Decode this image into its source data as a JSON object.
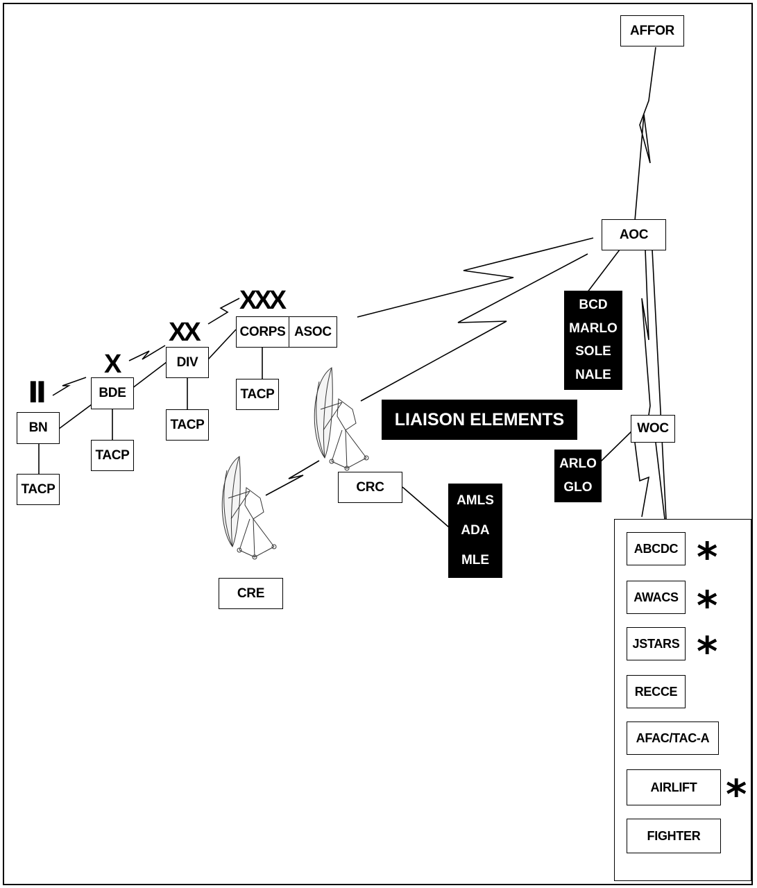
{
  "nodes": {
    "affor": "AFFOR",
    "aoc": "AOC",
    "woc": "WOC",
    "corps": "CORPS",
    "asoc": "ASOC",
    "div": "DIV",
    "bde": "BDE",
    "bn": "BN",
    "tacp_corps": "TACP",
    "tacp_div": "TACP",
    "tacp_bde": "TACP",
    "tacp_bn": "TACP",
    "crc": "CRC",
    "cre": "CRE"
  },
  "echelons": {
    "bn": "II",
    "bde": "X",
    "div": "XX",
    "corps": "XXX"
  },
  "aoc_liaison": [
    "BCD",
    "MARLO",
    "SOLE",
    "NALE"
  ],
  "woc_liaison": [
    "ARLO",
    "GLO"
  ],
  "crc_liaison": [
    "AMLS",
    "ADA",
    "MLE"
  ],
  "legend_label": "LIAISON ELEMENTS",
  "assets": [
    "ABCDC",
    "AWACS",
    "JSTARS",
    "RECCE",
    "AFAC/TAC-A",
    "AIRLIFT",
    "FIGHTER"
  ],
  "asterisk": "*",
  "starred_assets": [
    "ABCDC",
    "AWACS",
    "JSTARS",
    "AIRLIFT"
  ],
  "colors": {
    "line": "#000000",
    "box_fill": "#ffffff",
    "liaison_fill": "#000000",
    "liaison_text": "#ffffff"
  },
  "icons": [
    "satellite-dish-icon",
    "satellite-dish-icon"
  ]
}
